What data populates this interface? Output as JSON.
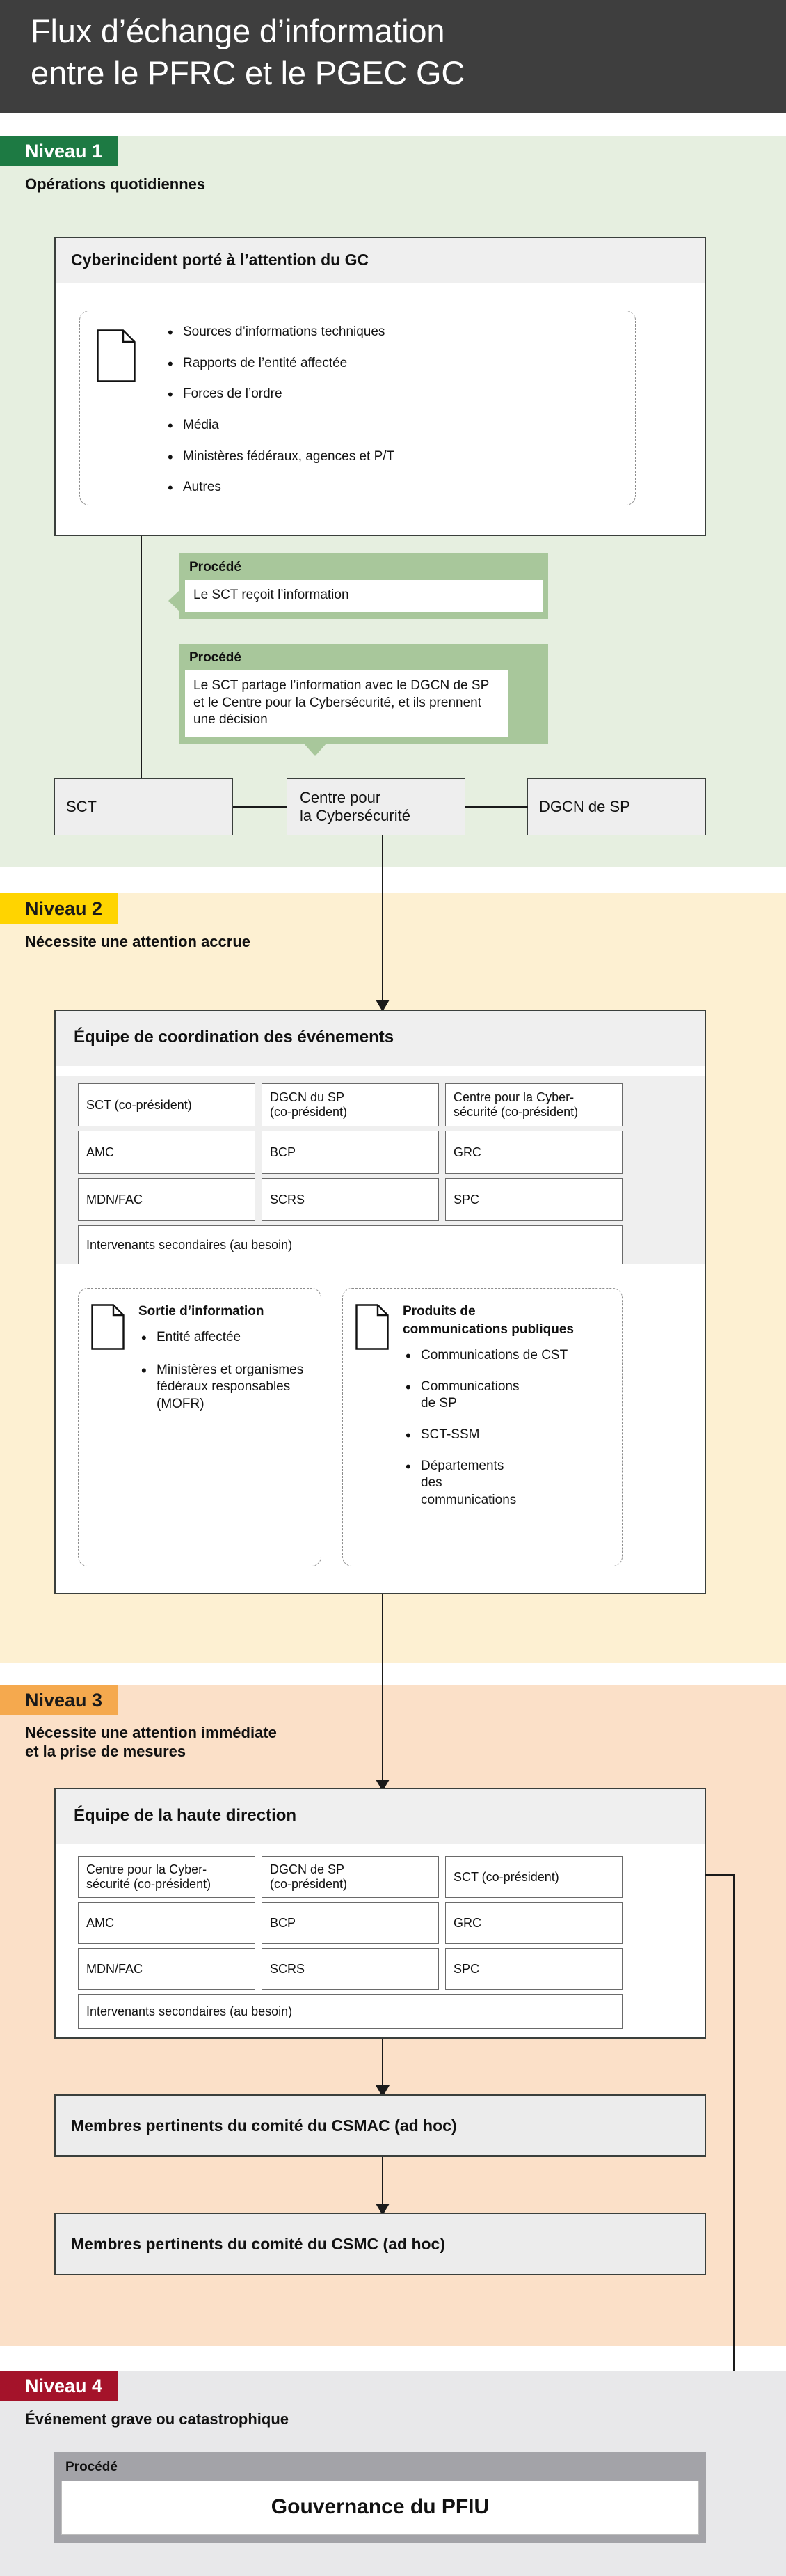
{
  "title": {
    "line1": "Flux d’échange d’information",
    "line2": "entre le PFRC et le PGEC GC"
  },
  "levels": [
    {
      "badge": "Niveau 1",
      "subtitle": "Opérations quotidiennes",
      "badge_color": "#1d7a43",
      "band_color": "#e6efe0"
    },
    {
      "badge": "Niveau 2",
      "subtitle": "Nécessite une attention accrue",
      "badge_color": "#ffd400",
      "band_color": "#fdf0d2"
    },
    {
      "badge": "Niveau 3",
      "subtitle_line1": "Nécessite une attention immédiate",
      "subtitle_line2": "et la prise de mesures",
      "badge_color": "#f5a94e",
      "band_color": "#fbe0c8"
    },
    {
      "badge": "Niveau 4",
      "subtitle": "Événement grave ou catastrophique",
      "badge_color": "#a4132a",
      "band_color": "#e8e8ea"
    }
  ],
  "level1": {
    "incident_panel_title": "Cyberincident porté à l’attention du GC",
    "incident_sources": [
      "Sources d’informations techniques",
      "Rapports de l’entité affectée",
      "Forces de l’ordre",
      "Média",
      "Ministères fédéraux, agences et P/T",
      "Autres"
    ],
    "process_1": {
      "label": "Procédé",
      "text": "Le SCT reçoit l’information"
    },
    "process_2": {
      "label": "Procédé",
      "text": "Le SCT partage l’information avec le DGCN de SP et le Centre pour la Cybersécurité, et ils prennent une décision"
    },
    "orgs": [
      "SCT",
      "Centre pour\nla Cybersécurité",
      "DGCN de SP"
    ]
  },
  "level2": {
    "panel_title": "Équipe de coordination des événements",
    "members_rows": [
      [
        "SCT (co-président)",
        "DGCN du SP\n(co-président)",
        "Centre pour la Cyber-\nsécurité (co-président)"
      ],
      [
        "AMC",
        "BCP",
        "GRC"
      ],
      [
        "MDN/FAC",
        "SCRS",
        "SPC"
      ]
    ],
    "secondary_row": "Intervenants secondaires (au besoin)",
    "output_info": {
      "heading": "Sortie d’information",
      "items": [
        "Entité affectée",
        "Ministères et organismes fédéraux responsables (MOFR)"
      ]
    },
    "public_comms": {
      "heading_line1": "Produits de",
      "heading_line2": "communications publiques",
      "items": [
        "Communications de CST",
        "Communications de SP",
        "SCT-SSM",
        "Départements des communications"
      ]
    }
  },
  "level3": {
    "panel_title": "Équipe de la haute direction",
    "members_rows": [
      [
        "Centre pour la Cyber-\nsécurité (co-président)",
        "DGCN de SP\n(co-président)",
        "SCT (co-président)"
      ],
      [
        "AMC",
        "BCP",
        "GRC"
      ],
      [
        "MDN/FAC",
        "SCRS",
        "SPC"
      ]
    ],
    "secondary_row": "Intervenants secondaires (au besoin)",
    "committee_csmac": "Membres pertinents du comité du CSMAC (ad hoc)",
    "committee_csmc": "Membres pertinents du comité du CSMC (ad hoc)"
  },
  "level4": {
    "process": {
      "label": "Procédé",
      "text": "Gouvernance du PFIU"
    }
  },
  "icons": {
    "document": "document-icon"
  }
}
